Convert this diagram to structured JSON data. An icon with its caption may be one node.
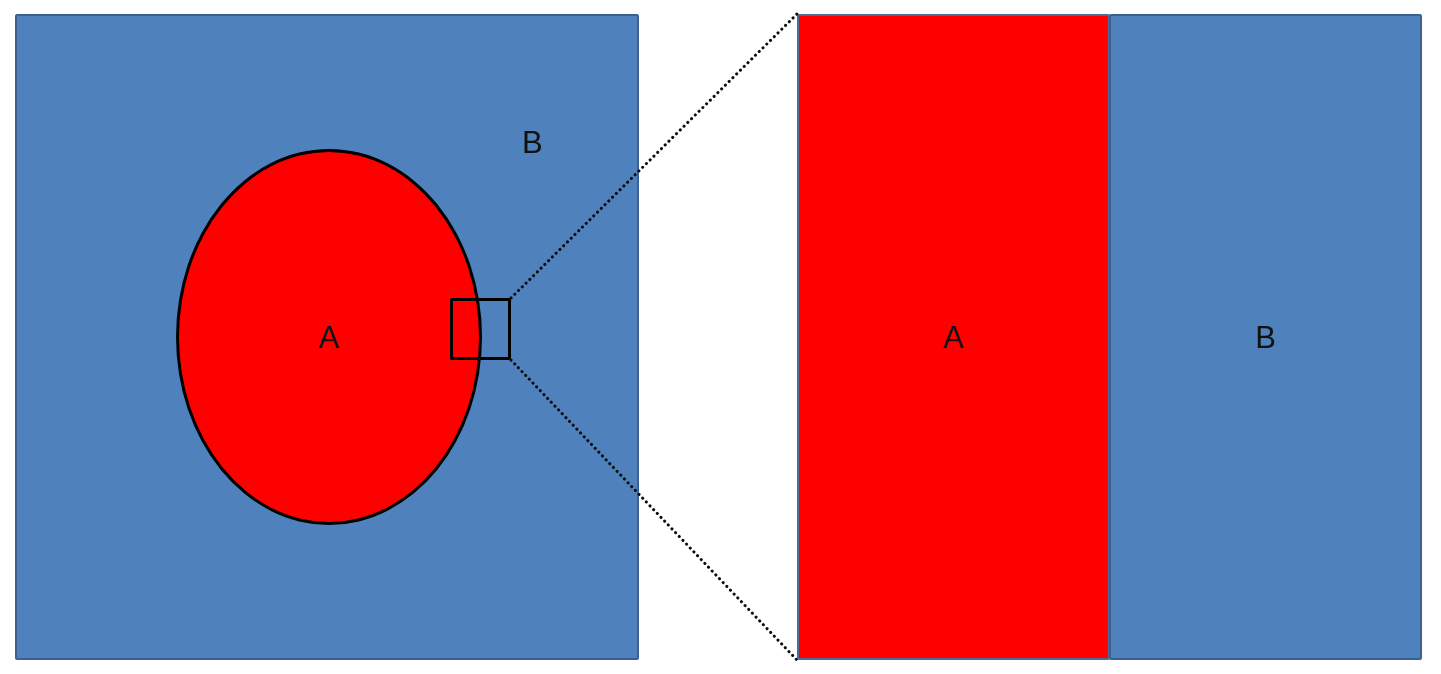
{
  "diagram": {
    "nodes": [
      {
        "text": [
          "B"
        ]
      },
      {
        "text": [
          "A"
        ],
        "in": 0
      },
      {
        "text": [],
        "shape": "box",
        "in": 0
      },
      {
        "text": [
          "A"
        ]
      },
      {
        "text": [
          "B"
        ]
      }
    ],
    "edges": [
      {
        "from": 2,
        "to": 3,
        "arrow": "none",
        "style": "dashed"
      },
      {
        "from": 2,
        "to": 3,
        "arrow": "none",
        "style": "dashed"
      }
    ]
  }
}
